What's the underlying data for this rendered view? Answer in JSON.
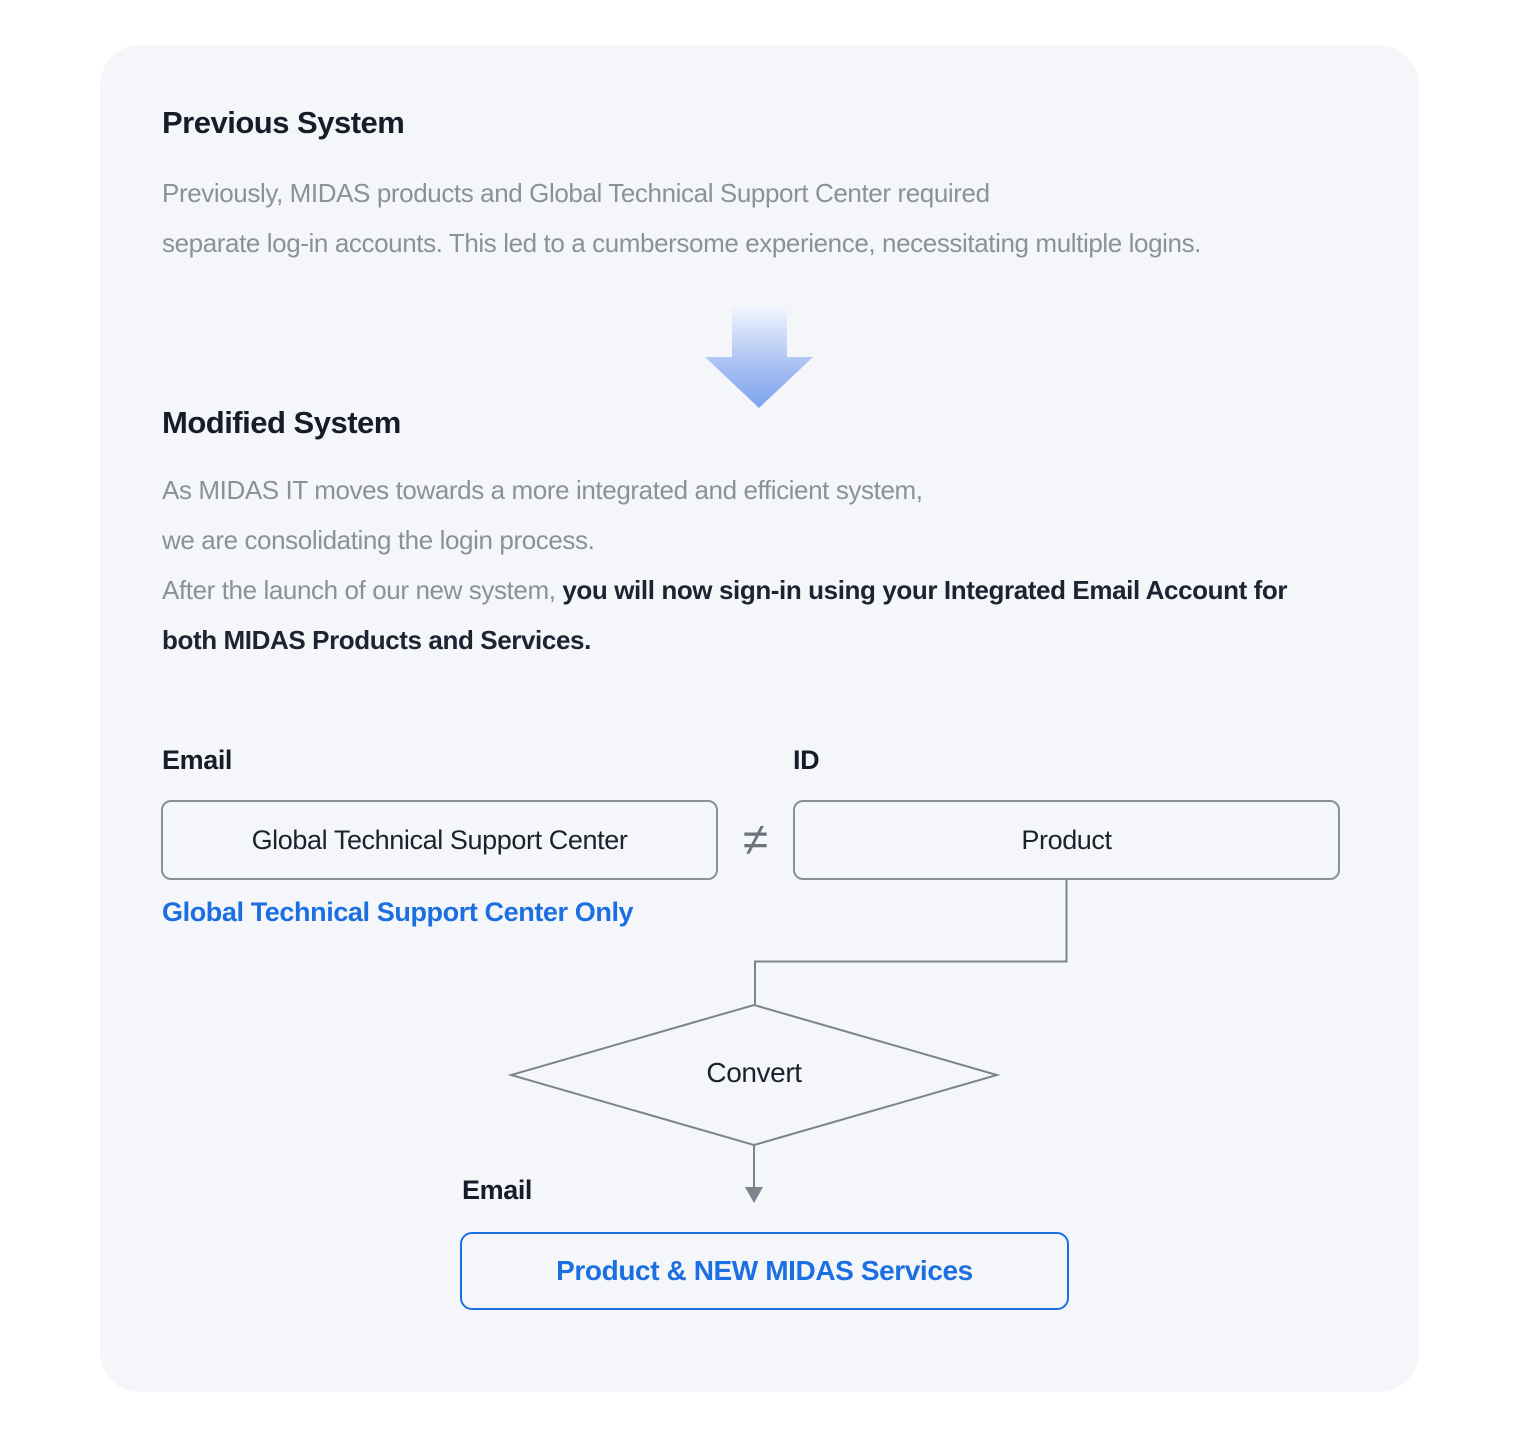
{
  "colors": {
    "accent_blue": "#1c6fe2",
    "card_bg": "#f5f6fa",
    "body_gray": "#8b9199",
    "dark_text": "#161d29",
    "line_gray": "#7d838c",
    "arrow_gradient_top": "#f0f4fd",
    "arrow_gradient_bottom": "#7ca2ee"
  },
  "previous": {
    "title": "Previous System",
    "lines": [
      "Previously, MIDAS products and Global Technical Support Center required",
      "separate log-in accounts. This led to a cumbersome experience, necessitating multiple logins."
    ]
  },
  "modified": {
    "title": "Modified System",
    "lines": [
      "As MIDAS IT moves towards a more integrated and efficient system,",
      "we are consolidating the login process."
    ],
    "line3_gray": "After the launch of our new system,",
    "line3_bold": "you will now sign-in using your Integrated Email Account for",
    "line4_bold": "both MIDAS Products and Services."
  },
  "flowchart": {
    "email_label": "Email",
    "id_label": "ID",
    "gtsc_box": "Global Technical Support Center",
    "not_equal": "≠",
    "product_box": "Product",
    "gtsc_only_note": "Global Technical Support Center Only",
    "convert_label": "Convert",
    "result_email_label": "Email",
    "result_box": "Product & NEW MIDAS Services"
  }
}
